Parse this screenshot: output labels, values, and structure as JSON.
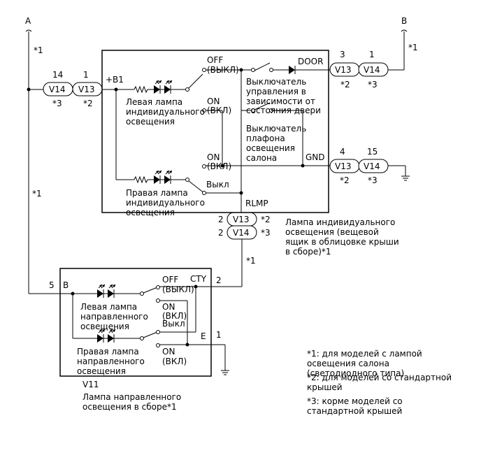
{
  "terminals": {
    "a": "A",
    "b": "B"
  },
  "notes": {
    "n1": "*1",
    "n2": "*2",
    "n3": "*3"
  },
  "connectors": {
    "v13": "V13",
    "v14": "V14",
    "v11": "V11"
  },
  "pins": {
    "p1": "1",
    "p2": "2",
    "p3": "3",
    "p4": "4",
    "p5": "5",
    "p14": "14",
    "p15": "15"
  },
  "unit_upper": {
    "b1": "+B1",
    "off_1": "OFF",
    "off_2": "(ВЫКЛ)",
    "door": "DOOR",
    "on_1": "ON",
    "on_2": "(ВКЛ)",
    "gnd": "GND",
    "vykl": "Выкл",
    "rlmp": "RLMP",
    "left_lamp": [
      "Левая лампа",
      "индивидуального",
      "освещения"
    ],
    "right_lamp": [
      "Правая лампа",
      "индивидуального",
      "освещения"
    ],
    "door_switch": [
      "Выключатель",
      "управления в",
      "зависимости от",
      "состояния двери"
    ],
    "room_switch": [
      "Выключатель",
      "плафона",
      "освещения",
      "салона"
    ],
    "caption": [
      "Лампа индивидуального",
      "освещения (вещевой",
      "ящик в облицовке крыши",
      "в сборе)*1"
    ]
  },
  "unit_lower": {
    "b": "B",
    "cty": "CTY",
    "e": "E",
    "off_1": "OFF",
    "off_2": "(ВЫКЛ)",
    "on_1": "ON",
    "on_2": "(ВКЛ)",
    "vykl": "Выкл",
    "left_lamp": [
      "Левая лампа",
      "направленного",
      "освещения"
    ],
    "right_lamp": [
      "Правая лампа",
      "направленного",
      "освещения"
    ],
    "caption": [
      "Лампа направленного",
      "освещения в сборе*1"
    ]
  },
  "legend": {
    "l1": [
      "*1: для моделей с лампой",
      "освещения салона",
      "(светодиодного типа)"
    ],
    "l2": [
      "*2: для моделей со стандартной",
      "крышей"
    ],
    "l3": [
      "*3: корме моделей со",
      "стандартной крышей"
    ]
  }
}
